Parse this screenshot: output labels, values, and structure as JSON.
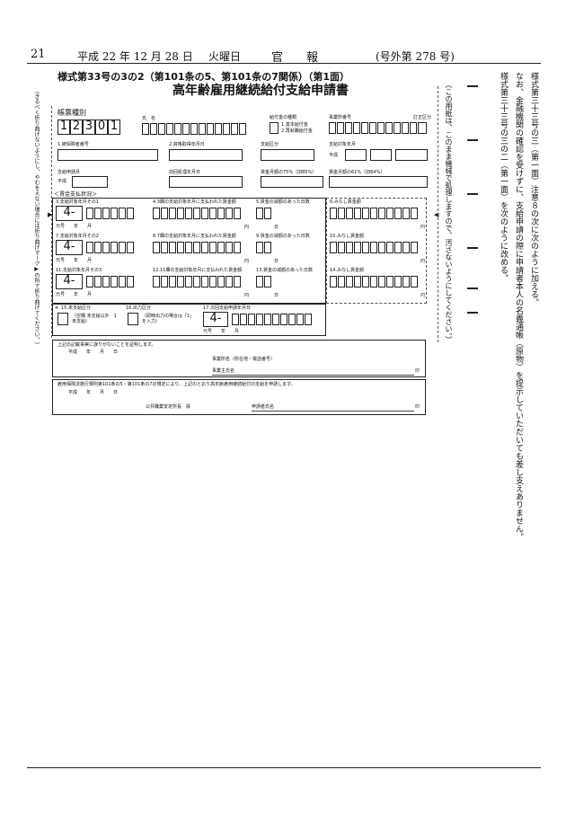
{
  "header": {
    "page": "21",
    "date": "平成 22 年 12 月 28 日",
    "weekday": "火曜日",
    "gazette": "官　　報",
    "issue": "(号外第 278 号)"
  },
  "form": {
    "id_line": "様式第33号の3の2（第101条の5、第101条の7関係）（第1面）",
    "title": "高年齢雇用継続給付支給申請書",
    "slip_type_label": "帳票種別",
    "slip_type_value": "12301",
    "name_label": "氏　名",
    "benefit_kind_label": "給付金の種類",
    "benefit_kind_opt1": "1 基本給付金",
    "benefit_kind_opt2": "2 再就職給付金",
    "office_no_label": "事業所番号",
    "correction_label": "訂正区分",
    "f1": "1.被保険者番号",
    "f2": "2.資格取得年月日",
    "f_reason": "支給区分",
    "f_month": "支給対象年月",
    "era_label": "平成",
    "f_apply": "支給申請月",
    "f_prev": "前回処理年月日",
    "f_75": "賃金月額の75%（旧85%）",
    "f_61": "賃金月額の61%（旧64%）",
    "section": "＜賃金支払状況＞",
    "r1": [
      "3.支給対象年月その1",
      "4.3欄の支給対象年月に支払われた賃金額",
      "5.賃金の減額のあった日数",
      "6.みなし賃金額"
    ],
    "r2": [
      "7.支給対象年月その2",
      "8.7欄の支給対象年月に支払われた賃金額",
      "9.賃金の減額のあった日数",
      "10.みなし賃金額"
    ],
    "r3": [
      "11.支給対象年月その3",
      "12.11欄の支給対象年月に支払われた賃金額",
      "13.賃金の減額のあった日数",
      "14.みなし賃金額"
    ],
    "era_code": "4-",
    "era_foot": "元号　　年　　月",
    "yen": "円",
    "day": "日",
    "f15": "15.未支給区分",
    "f15_note": "（空欄 未支給以外　1　未支給）",
    "f16": "16.出力区分",
    "f16_note": "（即時出力の場合は「1」を入力）",
    "f17": "17.次回支給申請年月日",
    "rem": "※",
    "cert_text": "上記の記載事実に誤りがないことを証明します。",
    "cert_date": "平成　　年　　月　　日",
    "office_name": "事業所名（所在地・電話番号）",
    "employer": "事業主氏名",
    "seal": "印",
    "apply_text": "雇用保険法施行規則第101条の5・第101条の7の規定により、上記のとおり高年齢雇用継続給付の支給を申請します。",
    "apply_date": "平成　　年　　月　　日",
    "to_office": "公共職業安定所長　殿",
    "applicant": "申請者氏名",
    "left_note": "（きるべく折り曲げないようにし、やむをえない場合には折り曲げマーク▶の所で折り曲げてください。）",
    "right_note": "（この用紙は、このまま機械で処理しますので、汚さないようにしてください。）"
  },
  "side_notes": [
    "様式第三十三号の三（第一面）注意８の次に次のように加える。",
    "なお、金融機関の確認を受けずに、支給申請の際に申請者本人の名義通帳（原物）を提示していただいても差し支えありません。",
    "様式第三十三号の三の二（第一面）を次のように改める。"
  ]
}
